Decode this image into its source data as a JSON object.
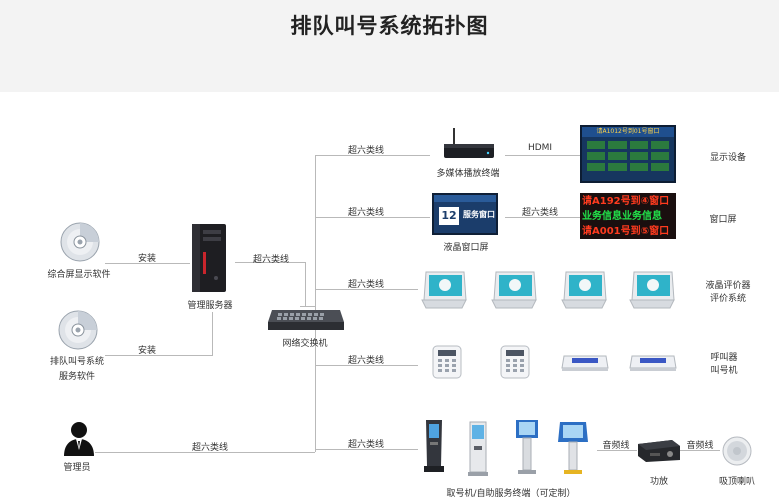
{
  "title": "排队叫号系统拓扑图",
  "left": {
    "software1": "综合屏显示软件",
    "software2_line1": "排队叫号系统",
    "software2_line2": "服务软件",
    "admin": "管理员",
    "install1": "安装",
    "install2": "安装",
    "server": "管理服务器",
    "server_cable": "超六类线",
    "admin_cable": "超六类线"
  },
  "center": {
    "switch": "网络交换机"
  },
  "branches": [
    {
      "cable": "超六类线",
      "device": "多媒体播放终端",
      "link": "HDMI",
      "screen_header": "请A1012号到01号窗口",
      "right": "显示设备"
    },
    {
      "cable": "超六类线",
      "device": "液晶窗口屏",
      "lcd_number": "12",
      "lcd_text": "服务窗口",
      "link": "超六类线",
      "led_rows": [
        "请A192号到④窗口",
        "业务信息业务信息",
        "请A001号到⑤窗口"
      ],
      "right": "窗口屏"
    },
    {
      "cable": "超六类线",
      "right_line1": "液晶评价器",
      "right_line2": "评价系统"
    },
    {
      "cable": "超六类线",
      "right_line1": "呼叫器",
      "right_line2": "叫号机"
    },
    {
      "cable": "超六类线",
      "device": "取号机/自助服务终端（可定制）",
      "audio1": "音频线",
      "amp": "功放",
      "audio2": "音频线",
      "speaker": "吸顶喇叭"
    }
  ],
  "colors": {
    "header_bg": "#f3f3f3",
    "line": "#b9b9b9",
    "led_red": "#ff3b1f",
    "led_green": "#22e04a",
    "screen_blue": "#16365f"
  }
}
